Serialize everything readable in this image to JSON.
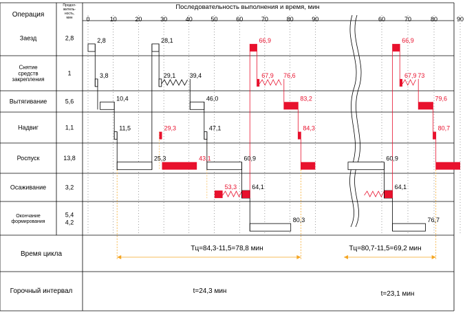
{
  "header": {
    "operation_col": "Операция",
    "duration_col": "Продол-житель-ность, мин",
    "timeline_title": "Последовательность выполнения и время, мин"
  },
  "ticks": {
    "left": [
      "0",
      "10",
      "20",
      "30",
      "40",
      "50",
      "60",
      "70",
      "80",
      "90"
    ],
    "right": [
      "60",
      "70",
      "80",
      "90"
    ]
  },
  "operations": [
    {
      "name": "Заезд",
      "duration": "2,8"
    },
    {
      "name": "Снятие средств закрепления",
      "duration": "1"
    },
    {
      "name": "Вытягивание",
      "duration": "5,6"
    },
    {
      "name": "Надвиг",
      "duration": "1,1"
    },
    {
      "name": "Роспуск",
      "duration": "13,8"
    },
    {
      "name": "Осаживание",
      "duration": "3,2"
    },
    {
      "name": "Окончание формирования",
      "duration": "5,4\n4,2"
    }
  ],
  "cycle": {
    "label": "Время цикла",
    "formula_left": "Тц=84,3-11,5=78,8 мин",
    "formula_right": "Тц=80,7-11,5=69,2 мин"
  },
  "interval": {
    "label": "Горочный интервал",
    "left": "t=24,3 мин",
    "right": "t=23,1 мин"
  },
  "annotations": {
    "black": [
      {
        "text": "2,8",
        "row": 0,
        "t": 2.8,
        "side": "L"
      },
      {
        "text": "28,1",
        "row": 0,
        "t": 28.1,
        "side": "L"
      },
      {
        "text": "3,8",
        "row": 1,
        "t": 3.8,
        "side": "L"
      },
      {
        "text": "29,1",
        "row": 1,
        "t": 29.1,
        "side": "L"
      },
      {
        "text": "39,4",
        "row": 1,
        "t": 39.4,
        "side": "L"
      },
      {
        "text": "10,4",
        "row": 2,
        "t": 10.4,
        "side": "L"
      },
      {
        "text": "46,0",
        "row": 2,
        "t": 46.0,
        "side": "L"
      },
      {
        "text": "11,5",
        "row": 3,
        "t": 11.5,
        "side": "L"
      },
      {
        "text": "47,1",
        "row": 3,
        "t": 47.1,
        "side": "L"
      },
      {
        "text": "25,3",
        "row": 4,
        "t": 25.3,
        "side": "L"
      },
      {
        "text": "60,9",
        "row": 4,
        "t": 60.9,
        "side": "L"
      },
      {
        "text": "64,1",
        "row": 5,
        "t": 64.1,
        "side": "L"
      },
      {
        "text": "80,3",
        "row": 6,
        "t": 80.3,
        "side": "L"
      },
      {
        "text": "60,9",
        "row": 4,
        "t": 60.9,
        "side": "R"
      },
      {
        "text": "64,1",
        "row": 5,
        "t": 64.1,
        "side": "R"
      },
      {
        "text": "76,7",
        "row": 6,
        "t": 76.7,
        "side": "R"
      }
    ],
    "red": [
      {
        "text": "66,9",
        "row": 0,
        "t": 66.9,
        "side": "L"
      },
      {
        "text": "67,9",
        "row": 1,
        "t": 67.9,
        "side": "L"
      },
      {
        "text": "76,6",
        "row": 1,
        "t": 76.6,
        "side": "L"
      },
      {
        "text": "83,2",
        "row": 2,
        "t": 83.2,
        "side": "L"
      },
      {
        "text": "29,3",
        "row": 3,
        "t": 29.3,
        "side": "L"
      },
      {
        "text": "84,3",
        "row": 3,
        "t": 84.3,
        "side": "L"
      },
      {
        "text": "43,1",
        "row": 4,
        "t": 43.1,
        "side": "L"
      },
      {
        "text": "53,3",
        "row": 5,
        "t": 53.3,
        "side": "L"
      },
      {
        "text": "66,9",
        "row": 0,
        "t": 66.9,
        "side": "R"
      },
      {
        "text": "67,9",
        "row": 1,
        "t": 67.9,
        "side": "R"
      },
      {
        "text": "73",
        "row": 1,
        "t": 73,
        "side": "R"
      },
      {
        "text": "79,6",
        "row": 2,
        "t": 79.6,
        "side": "R"
      },
      {
        "text": "80,7",
        "row": 3,
        "t": 80.7,
        "side": "R"
      }
    ]
  },
  "bars": {
    "black": [
      {
        "row": 0,
        "side": "L",
        "t0": 0,
        "t1": 2.8
      },
      {
        "row": 0,
        "side": "L",
        "t0": 25.3,
        "t1": 28.1
      },
      {
        "row": 1,
        "side": "L",
        "t0": 2.8,
        "t1": 3.8
      },
      {
        "row": 1,
        "side": "L",
        "t0": 28.1,
        "t1": 29.1
      },
      {
        "row": 2,
        "side": "L",
        "t0": 4.8,
        "t1": 10.4
      },
      {
        "row": 2,
        "side": "L",
        "t0": 40.4,
        "t1": 46.0
      },
      {
        "row": 3,
        "side": "L",
        "t0": 10.4,
        "t1": 11.5
      },
      {
        "row": 3,
        "side": "L",
        "t0": 46.0,
        "t1": 47.1
      },
      {
        "row": 4,
        "side": "L",
        "t0": 11.5,
        "t1": 25.3
      },
      {
        "row": 4,
        "side": "L",
        "t0": 47.1,
        "t1": 60.9
      },
      {
        "row": 5,
        "side": "L",
        "t0": 60.9,
        "t1": 64.1
      },
      {
        "row": 6,
        "side": "L",
        "t0": 64.1,
        "t1": 80.3
      },
      {
        "row": 4,
        "side": "R",
        "t0": 47.1,
        "t1": 60.9
      },
      {
        "row": 5,
        "side": "R",
        "t0": 60.9,
        "t1": 64.1
      },
      {
        "row": 6,
        "side": "R",
        "t0": 64.1,
        "t1": 76.7
      }
    ],
    "red": [
      {
        "row": 0,
        "side": "L",
        "t0": 64.1,
        "t1": 66.9
      },
      {
        "row": 1,
        "side": "L",
        "t0": 66.9,
        "t1": 67.9
      },
      {
        "row": 2,
        "side": "L",
        "t0": 77.6,
        "t1": 83.2
      },
      {
        "row": 3,
        "side": "L",
        "t0": 28.2,
        "t1": 29.3
      },
      {
        "row": 3,
        "side": "L",
        "t0": 83.2,
        "t1": 84.3
      },
      {
        "row": 4,
        "side": "L",
        "t0": 29.3,
        "t1": 43.1
      },
      {
        "row": 4,
        "side": "L",
        "t0": 84.3,
        "t1": 90
      },
      {
        "row": 5,
        "side": "L",
        "t0": 50.1,
        "t1": 53.3
      },
      {
        "row": 5,
        "side": "L",
        "t0": 60.9,
        "t1": 64.1
      },
      {
        "row": 0,
        "side": "R",
        "t0": 64.1,
        "t1": 66.9
      },
      {
        "row": 1,
        "side": "R",
        "t0": 66.9,
        "t1": 67.9
      },
      {
        "row": 2,
        "side": "R",
        "t0": 74.0,
        "t1": 79.6
      },
      {
        "row": 3,
        "side": "R",
        "t0": 79.6,
        "t1": 80.7
      },
      {
        "row": 4,
        "side": "R",
        "t0": 80.7,
        "t1": 90
      },
      {
        "row": 5,
        "side": "R",
        "t0": 60.9,
        "t1": 64.1
      }
    ]
  },
  "springs": [
    {
      "row": 1,
      "side": "L",
      "t0": 29.1,
      "t1": 39.4,
      "color": "#000000"
    },
    {
      "row": 1,
      "side": "L",
      "t0": 67.9,
      "t1": 76.6,
      "color": "#e8112d"
    },
    {
      "row": 5,
      "side": "L",
      "t0": 53.3,
      "t1": 60.9,
      "color": "#e8112d"
    },
    {
      "row": 1,
      "side": "R",
      "t0": 67.9,
      "t1": 73,
      "color": "#e8112d"
    },
    {
      "row": 5,
      "side": "R",
      "t0": 53.3,
      "t1": 60.9,
      "color": "#e8112d"
    }
  ],
  "colors": {
    "red": "#e8112d",
    "black": "#000000",
    "orange": "#f5a623",
    "grid": "#000000"
  }
}
